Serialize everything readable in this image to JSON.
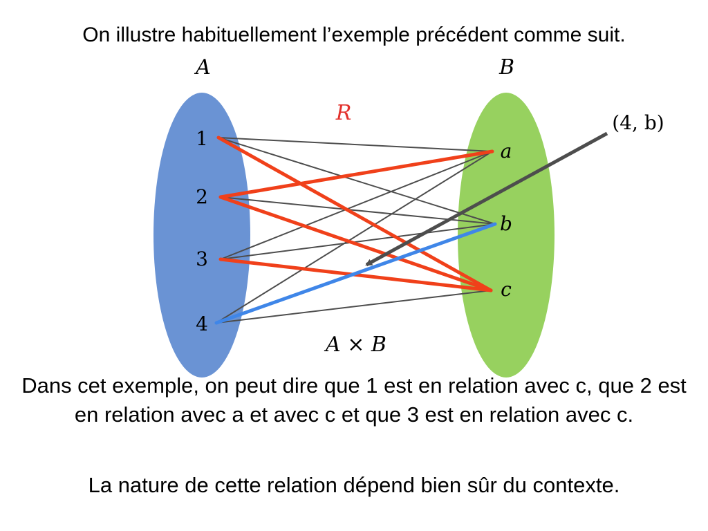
{
  "title": "On illustre habituellement l’exemple précédent comme suit.",
  "diagram": {
    "set_a_label": "A",
    "set_b_label": "B",
    "relation_label": "R",
    "product_label": "A × B",
    "pointer_label": "(4, b)",
    "set_a_elements": [
      "1",
      "2",
      "3",
      "4"
    ],
    "set_b_elements": [
      "a",
      "b",
      "c"
    ],
    "relation_pairs": [
      [
        "1",
        "c"
      ],
      [
        "2",
        "a"
      ],
      [
        "2",
        "c"
      ],
      [
        "3",
        "c"
      ]
    ],
    "highlighted_pair": [
      "4",
      "b"
    ],
    "colors": {
      "set_a": "#6a93d4",
      "set_b": "#97d15f",
      "relation": "#f0401a",
      "highlight": "#3f86e8",
      "product_lines": "#4d4d4d",
      "relation_label": "#e2312c"
    }
  },
  "caption": "Dans cet exemple, on peut dire que 1 est en relation avec c, que 2 est en relation avec a et avec c et que 3 est en relation avec c.",
  "note": "La nature de cette relation dépend bien sûr du contexte."
}
